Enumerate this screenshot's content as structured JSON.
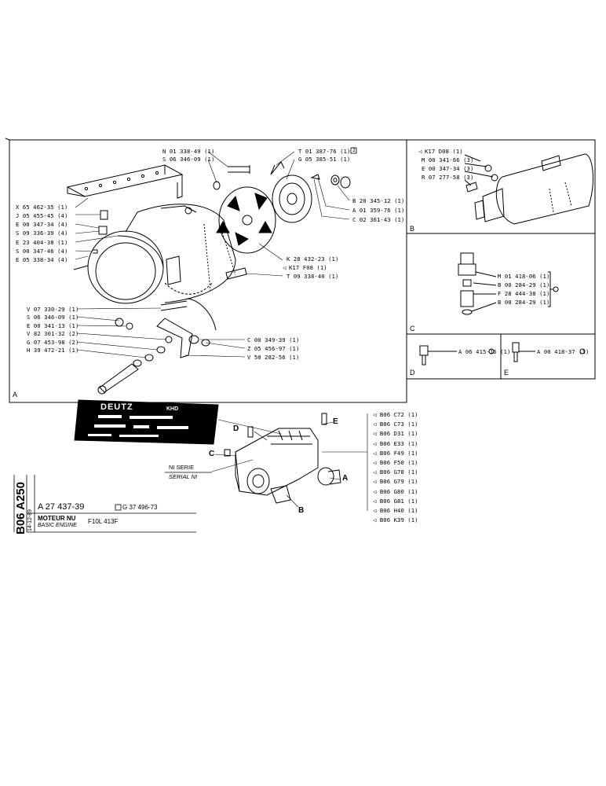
{
  "panel_a": {
    "letter": "A",
    "parts_left": [
      "X 65 462-35 (1)",
      "J 05 455-45 (4)",
      "E 00 347-34 (4)",
      "S 09 336-39 (4)",
      "E 23 404-38 (1)",
      "S 00 347-46 (4)",
      "E 05 338-34 (4)"
    ],
    "parts_top": [
      "N 01 338-49 (1)",
      "S 06 346-09 (1)"
    ],
    "parts_top_right": [
      "T 01 387-76 (1)",
      "G 05 385-51 (1)"
    ],
    "parts_right": [
      "B 20 345-12 (1)",
      "A 01 359-76 (1)",
      "C 02 361-43 (1)"
    ],
    "parts_mid_right": [
      "K 28 432-23 (1)",
      "K17 F08 (1)",
      "T 09 338-40 (1)"
    ],
    "parts_bottom_left": [
      "V 07 330-29 (1)",
      "S 06 346-09 (1)",
      "E 00 341-13 (1)",
      "V 82 301-32 (2)",
      "G 07 453-98 (2)",
      "H 39 472-21 (1)"
    ],
    "parts_bottom_right": [
      "C 00 349-39 (1)",
      "Z 05 456-97 (1)",
      "V 50 282-56 (1)"
    ],
    "box_marker": "2"
  },
  "panel_b": {
    "letter": "B",
    "parts": [
      "K17 D08 (1)",
      "M 00 341-66 (3)",
      "E 00 347-34 (3)",
      "R 07 277-58 (3)"
    ]
  },
  "panel_c": {
    "letter": "C",
    "parts": [
      "M 01 418-06 (1)",
      "B 00 284-29 (1)",
      "F 28 444-38 (1)",
      "B 00 284-29 (1)"
    ]
  },
  "panel_d": {
    "letter": "D",
    "parts": [
      "A 06 415-16 (1)"
    ]
  },
  "panel_e": {
    "letter": "E",
    "parts": [
      "A 00 418-37 (1)"
    ]
  },
  "overview": {
    "callouts": [
      "D",
      "E",
      "C",
      "A",
      "B"
    ],
    "serial_fr": "NI SERIE",
    "serial_en": "SERIAL NI",
    "plate_brand": "DEUTZ",
    "plate_sub": "KHD",
    "references": [
      "B06 C72 (1)",
      "B06 C73 (1)",
      "B06 D31 (1)",
      "B06 E33 (1)",
      "B06 F49 (1)",
      "B06 F50 (1)",
      "B06 G78 (1)",
      "B06 G79 (1)",
      "B06 G80 (1)",
      "B06 G81 (1)",
      "B06 H40 (1)",
      "B06 K39 (1)"
    ]
  },
  "title_block": {
    "page_code": "B06 A250",
    "date": "14-12-89",
    "part_number": "A 27 437-39",
    "alt_number": "G 37 496-73",
    "title_fr": "MOTEUR NU",
    "title_en": "BASIC ENGINE",
    "model": "F10L 413F"
  }
}
